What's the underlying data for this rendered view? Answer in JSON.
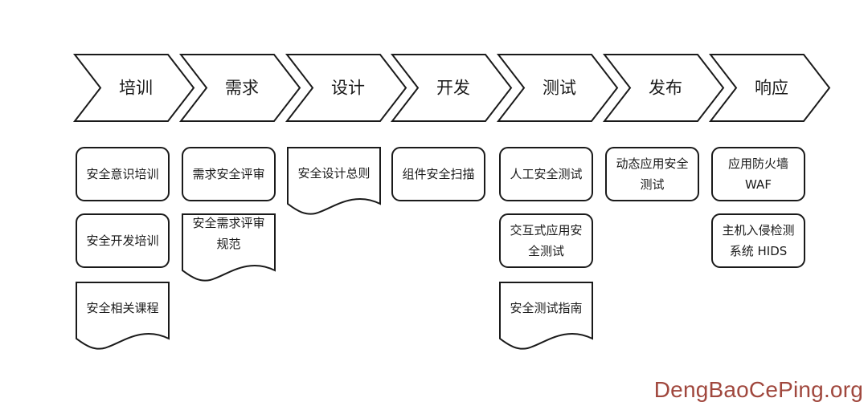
{
  "stages": [
    {
      "label": "培训",
      "items": [
        {
          "shape": "rounded",
          "lines": [
            "安全意识培训"
          ]
        },
        {
          "shape": "rounded",
          "lines": [
            "安全开发培训"
          ]
        },
        {
          "shape": "document",
          "lines": [
            "安全相关课程"
          ]
        }
      ]
    },
    {
      "label": "需求",
      "items": [
        {
          "shape": "rounded",
          "lines": [
            "需求安全评审"
          ]
        },
        {
          "shape": "document",
          "lines": [
            "安全需求评审",
            "规范"
          ]
        }
      ]
    },
    {
      "label": "设计",
      "items": [
        {
          "shape": "document",
          "lines": [
            "安全设计总则"
          ]
        }
      ]
    },
    {
      "label": "开发",
      "items": [
        {
          "shape": "rounded",
          "lines": [
            "组件安全扫描"
          ]
        }
      ]
    },
    {
      "label": "测试",
      "items": [
        {
          "shape": "rounded",
          "lines": [
            "人工安全测试"
          ]
        },
        {
          "shape": "rounded",
          "lines": [
            "交互式应用安",
            "全测试"
          ]
        },
        {
          "shape": "document",
          "lines": [
            "安全测试指南"
          ]
        }
      ]
    },
    {
      "label": "发布",
      "items": [
        {
          "shape": "rounded",
          "lines": [
            "动态应用安全",
            "测试"
          ]
        }
      ]
    },
    {
      "label": "响应",
      "items": [
        {
          "shape": "rounded",
          "lines": [
            "应用防火墙",
            "WAF"
          ]
        },
        {
          "shape": "rounded",
          "lines": [
            "主机入侵检测",
            "系统 HIDS"
          ]
        }
      ]
    }
  ],
  "watermark": "DengBaoCePing.org"
}
